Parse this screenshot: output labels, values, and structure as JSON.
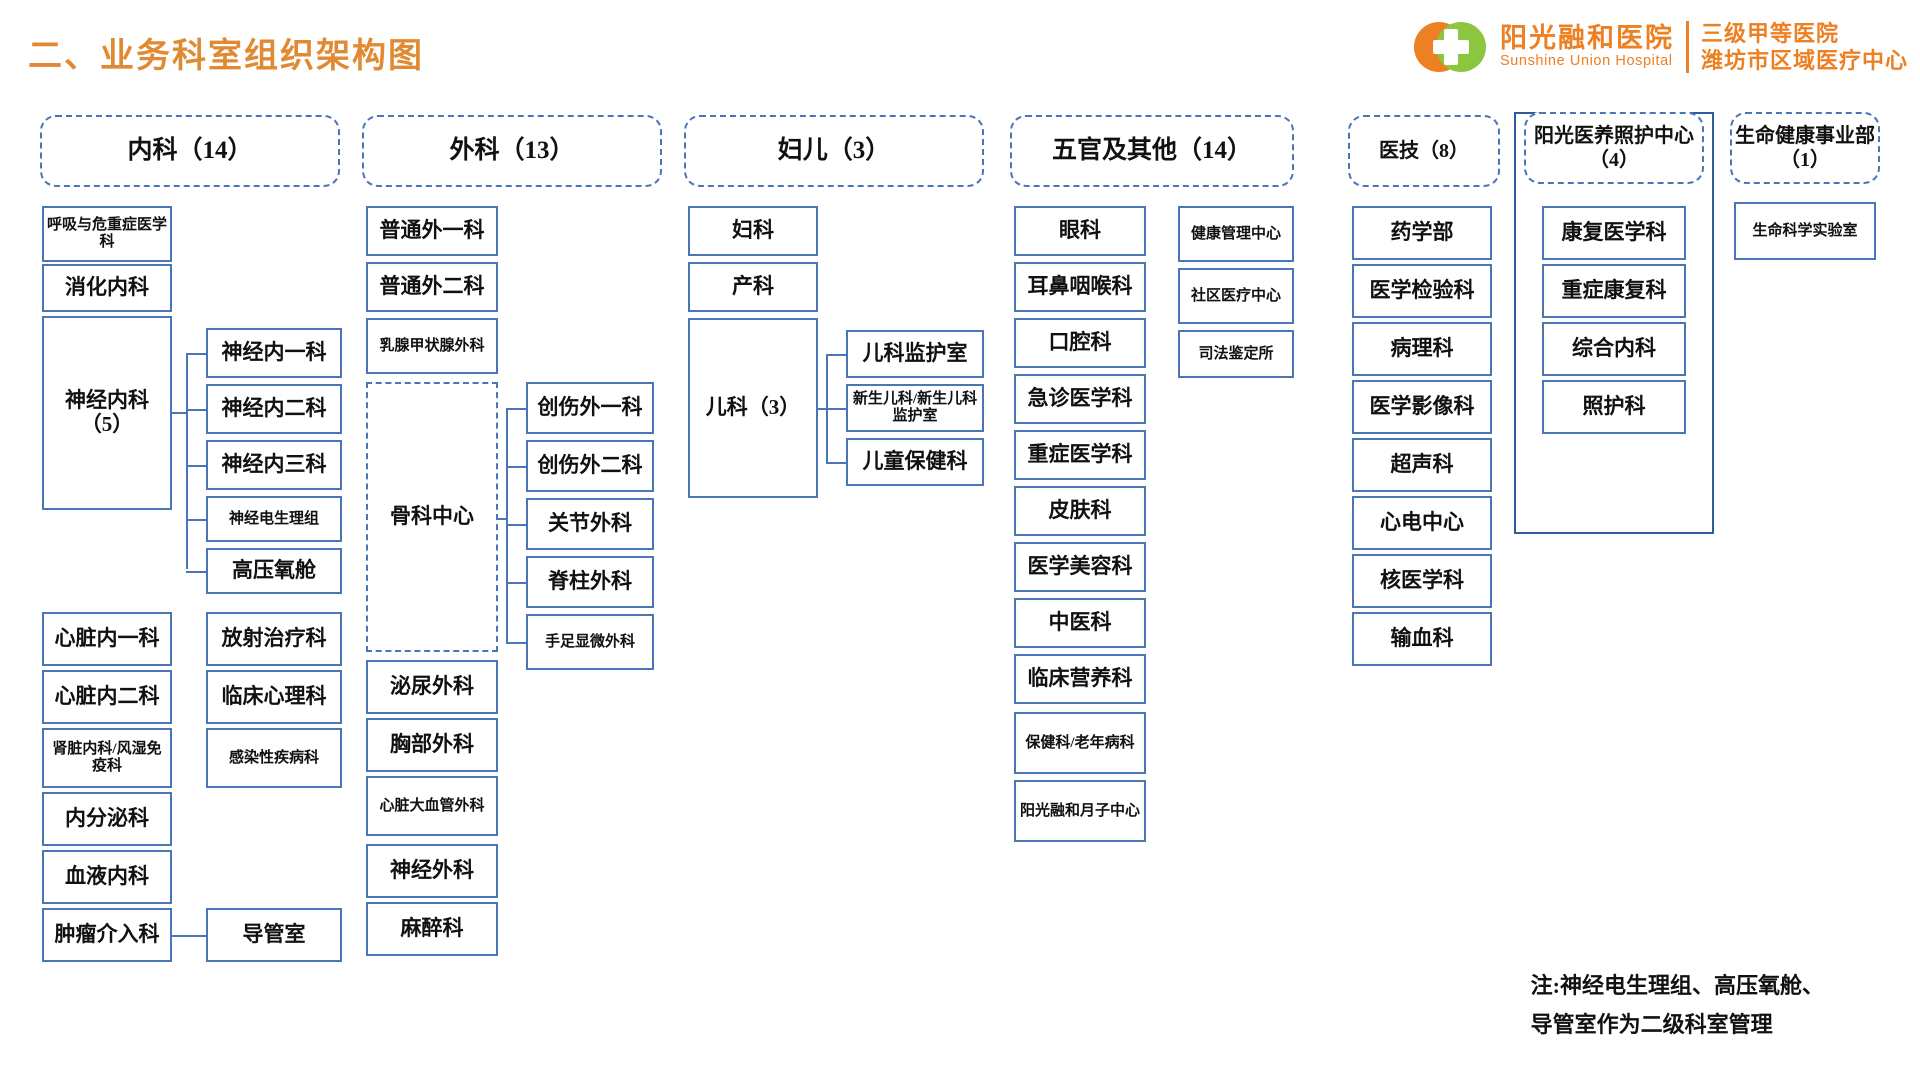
{
  "page_title": "二、业务科室组织架构图",
  "brand": {
    "logo_icon": "hospital-cross-logo",
    "name_cn": "阳光融和医院",
    "name_en": "Sunshine Union Hospital",
    "sub_line1": "三级甲等医院",
    "sub_line2": "潍坊市区域医疗中心",
    "accent_orange": "#ED8022",
    "accent_green": "#8CC63E"
  },
  "theme": {
    "box_border": "#4A76B8",
    "title_color": "#E08A33"
  },
  "footnote": {
    "line1": "注:神经电生理组、高压氧舱、",
    "line2": "导管室作为二级科室管理"
  },
  "columns": [
    {
      "id": "internal-medicine",
      "header": "内科（14）",
      "level1": [
        "呼吸与危重症医学科",
        "消化内科",
        "神经内科（5）",
        "心脏内一科",
        "心脏内二科",
        "肾脏内科/风湿免疫科",
        "内分泌科",
        "血液内科",
        "肿瘤介入科"
      ],
      "level2": [
        "神经内一科",
        "神经内二科",
        "神经内三科",
        "神经电生理组",
        "高压氧舱",
        "放射治疗科",
        "临床心理科",
        "感染性疾病科",
        "导管室"
      ]
    },
    {
      "id": "surgery",
      "header": "外科（13）",
      "level1": [
        "普通外一科",
        "普通外二科",
        "乳腺甲状腺外科",
        "骨科中心",
        "泌尿外科",
        "胸部外科",
        "心脏大血管外科",
        "神经外科",
        "麻醉科"
      ],
      "level2": [
        "创伤外一科",
        "创伤外二科",
        "关节外科",
        "脊柱外科",
        "手足显微外科"
      ]
    },
    {
      "id": "obgyn-pediatrics",
      "header": "妇儿（3）",
      "level1": [
        "妇科",
        "产科",
        "儿科（3）"
      ],
      "level2": [
        "儿科监护室",
        "新生儿科/新生儿科监护室",
        "儿童保健科"
      ]
    },
    {
      "id": "ent-others",
      "header": "五官及其他（14）",
      "level1": [
        "眼科",
        "耳鼻咽喉科",
        "口腔科",
        "急诊医学科",
        "重症医学科",
        "皮肤科",
        "医学美容科",
        "中医科",
        "临床营养科",
        "保健科/老年病科",
        "阳光融和月子中心"
      ],
      "level2": [
        "健康管理中心",
        "社区医疗中心",
        "司法鉴定所"
      ]
    },
    {
      "id": "medical-technology",
      "header": "医技（8）",
      "level1": [
        "药学部",
        "医学检验科",
        "病理科",
        "医学影像科",
        "超声科",
        "心电中心",
        "核医学科",
        "输血科"
      ],
      "level2": []
    },
    {
      "id": "sunshine-care-center",
      "header": "阳光医养照护中心（4）",
      "level1": [
        "康复医学科",
        "重症康复科",
        "综合内科",
        "照护科"
      ],
      "level2": []
    },
    {
      "id": "life-health-division",
      "header": "生命健康事业部（1）",
      "level1": [
        "生命科学实验室"
      ],
      "level2": []
    }
  ]
}
